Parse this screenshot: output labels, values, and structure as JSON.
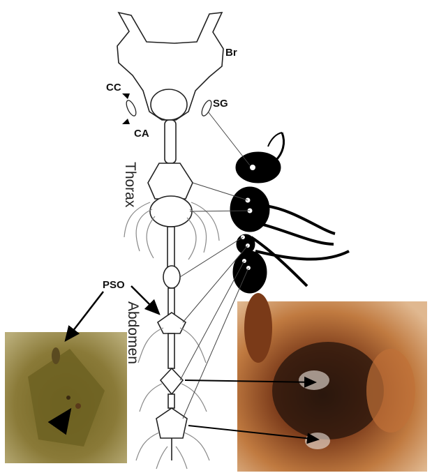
{
  "figure": {
    "labels": {
      "br": "Br",
      "cc": "CC",
      "ca": "CA",
      "sg": "SG",
      "thorax": "Thorax",
      "pso": "PSO",
      "abdomen": "Abdomen"
    },
    "colors": {
      "line": "#333333",
      "ant": "#000000",
      "micro_left": "#7a6a2a",
      "micro_right": "#b0703a"
    }
  }
}
